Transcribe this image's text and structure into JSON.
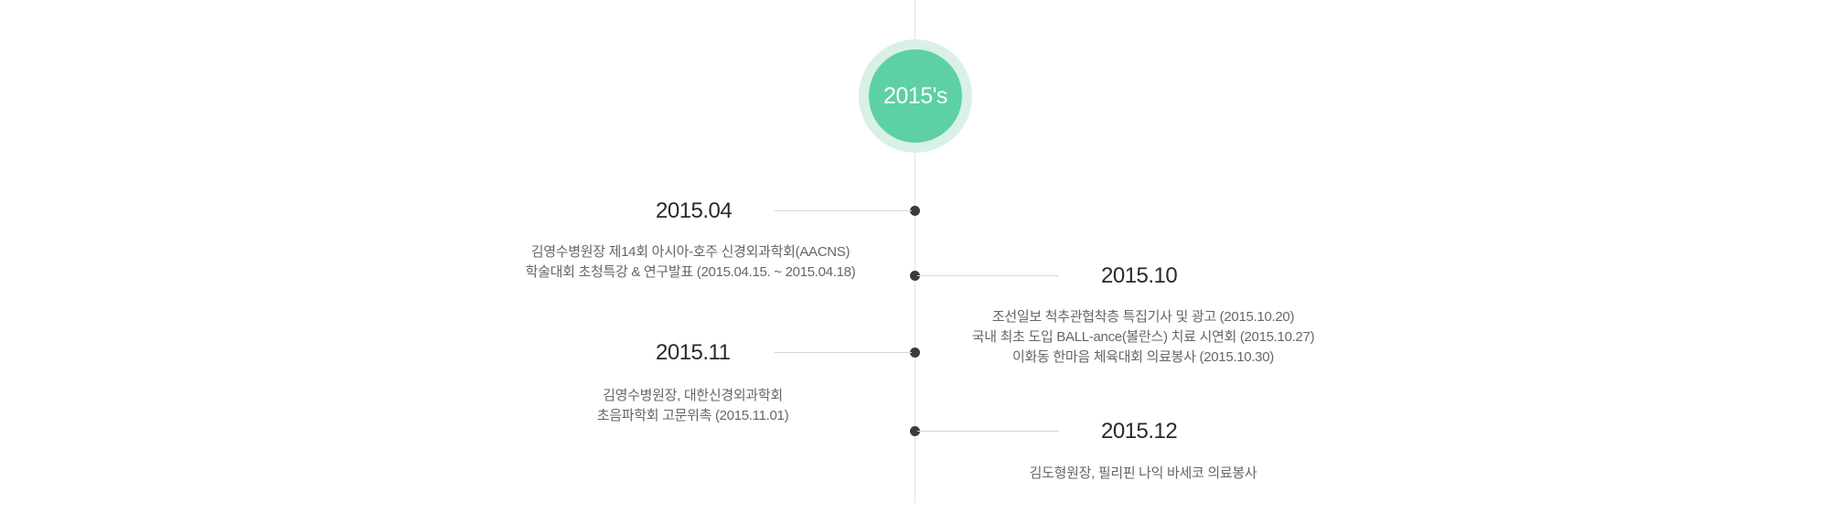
{
  "year_badge": {
    "label": "2015's"
  },
  "events": [
    {
      "date": "2015.04",
      "lines": [
        "김영수병원장 제14회 아시아-호주 신경외과학회(AACNS)",
        "학술대회 초청특강 & 연구발표 (2015.04.15. ~ 2015.04.18)"
      ]
    },
    {
      "date": "2015.10",
      "lines": [
        "조선일보 척추관협착층 특집기사 및 광고 (2015.10.20)",
        "국내 최초 도입 BALL-ance(볼란스) 치료 시연회 (2015.10.27)",
        "이화동 한마음 체육대회 의료봉사 (2015.10.30)"
      ]
    },
    {
      "date": "2015.11",
      "lines": [
        "김영수병원장, 대한신경외과학회",
        "초음파학회 고문위촉 (2015.11.01)"
      ]
    },
    {
      "date": "2015.12",
      "lines": [
        "김도형원장, 필리핀 나익 바세코 의료봉사"
      ]
    }
  ],
  "colors": {
    "badge_inner": "#5dd1a4",
    "badge_outer": "#d9f0e6",
    "dot": "#3b3b3b",
    "axis": "#e2e2e2"
  }
}
